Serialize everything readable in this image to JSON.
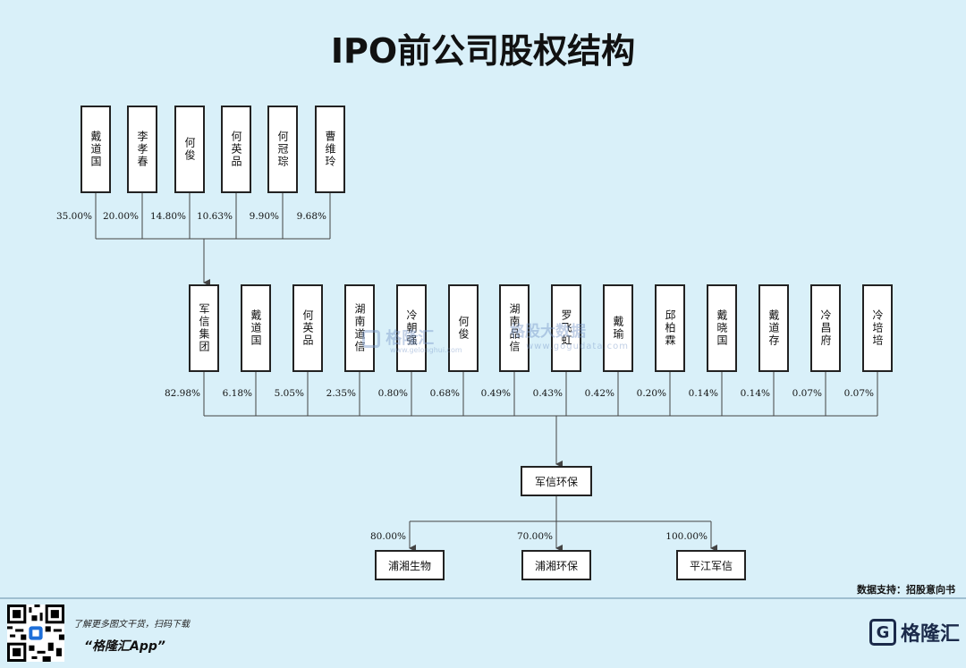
{
  "title": "IPO前公司股权结构",
  "level1": [
    {
      "name": "戴道国",
      "pct": "35.00%"
    },
    {
      "name": "李孝春",
      "pct": "20.00%"
    },
    {
      "name": "何俊",
      "pct": "14.80%"
    },
    {
      "name": "何英品",
      "pct": "10.63%"
    },
    {
      "name": "何冠琮",
      "pct": "9.90%"
    },
    {
      "name": "曹维玲",
      "pct": "9.68%"
    }
  ],
  "level2": [
    {
      "name": "军信集团",
      "pct": "82.98%"
    },
    {
      "name": "戴道国",
      "pct": "6.18%"
    },
    {
      "name": "何英品",
      "pct": "5.05%"
    },
    {
      "name": "湖南道信",
      "pct": "2.35%"
    },
    {
      "name": "冷朝强",
      "pct": "0.80%"
    },
    {
      "name": "何俊",
      "pct": "0.68%"
    },
    {
      "name": "湖南品信",
      "pct": "0.49%"
    },
    {
      "name": "罗飞虹",
      "pct": "0.43%"
    },
    {
      "name": "戴瑜",
      "pct": "0.42%"
    },
    {
      "name": "邱柏霖",
      "pct": "0.20%"
    },
    {
      "name": "戴晓国",
      "pct": "0.14%"
    },
    {
      "name": "戴道存",
      "pct": "0.14%"
    },
    {
      "name": "冷昌府",
      "pct": "0.07%"
    },
    {
      "name": "冷培培",
      "pct": "0.07%"
    }
  ],
  "center": {
    "name": "军信环保"
  },
  "subsidiaries": [
    {
      "name": "浦湘生物",
      "pct": "80.00%"
    },
    {
      "name": "浦湘环保",
      "pct": "70.00%"
    },
    {
      "name": "平江军信",
      "pct": "100.00%"
    }
  ],
  "watermarks": [
    "格隆汇",
    "www.gelonghui.com",
    "格股大数据",
    "www.gogudata.com"
  ],
  "source": "数据支持：招股意向书",
  "footer": {
    "line1": "了解更多图文干货，扫码下载",
    "line2": "“格隆汇App”",
    "logo_mark": "G",
    "logo_text": "格隆汇"
  }
}
